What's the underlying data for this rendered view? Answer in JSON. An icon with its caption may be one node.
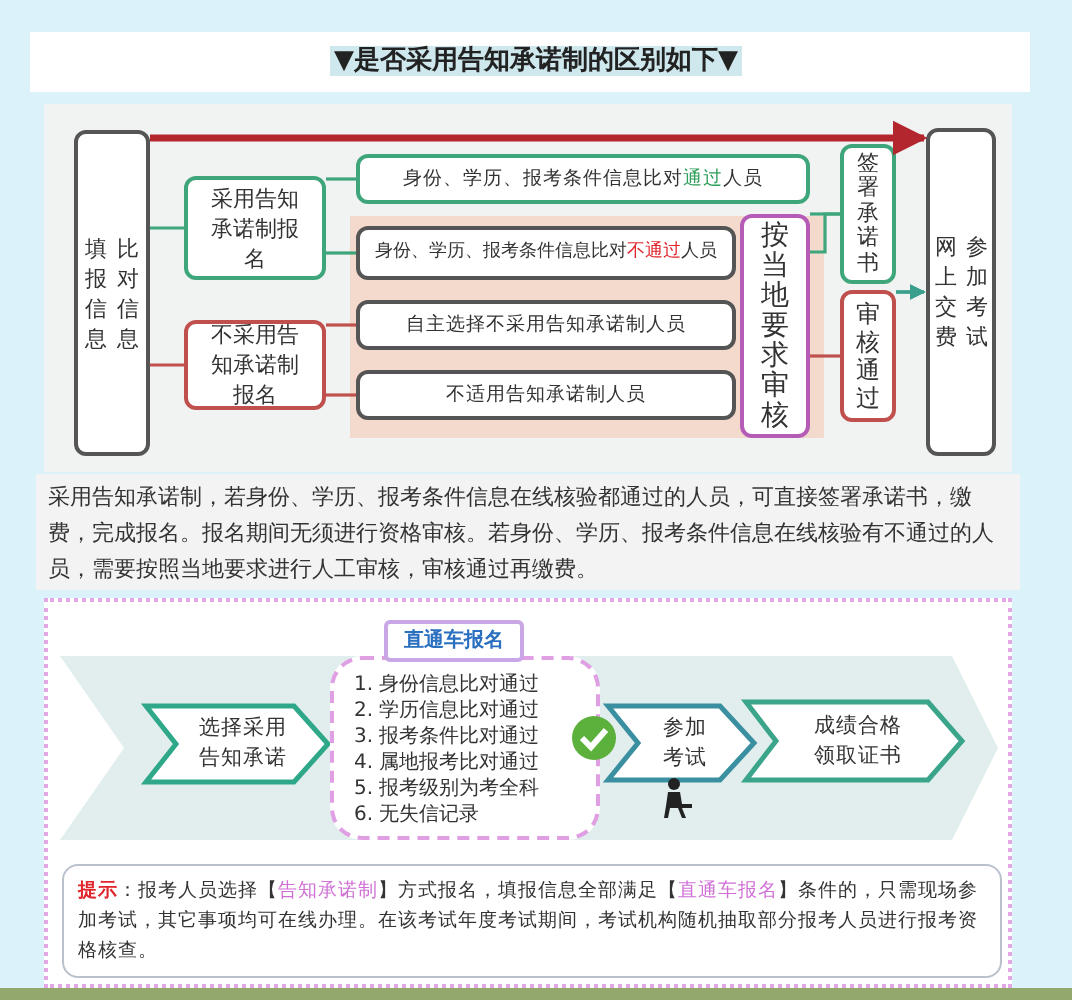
{
  "diagram": {
    "title": "▼是否采用告知承诺制的区别如下▼",
    "nodes": [
      {
        "text": [
          "填报信息",
          "比对信息"
        ]
      },
      {
        "text": [
          "采用告知承诺制报名"
        ]
      },
      {
        "text": [
          "不采用告知承诺制报名"
        ]
      },
      {
        "text": [
          "身份、学历、报考条件信息比对**通过**人员"
        ]
      },
      {
        "text": [
          "身份、学历、报考条件信息比对**不通过**人员"
        ]
      },
      {
        "text": [
          "自主选择不采用告知承诺制人员"
        ]
      },
      {
        "text": [
          "不适用告知承诺制人员"
        ]
      },
      {
        "text": [
          "按当地要求审核"
        ]
      },
      {
        "text": [
          "签署承诺书"
        ]
      },
      {
        "text": [
          "审核通过"
        ]
      },
      {
        "text": [
          "网上交费",
          "参加考试"
        ]
      },
      {
        "text": [
          "选择采用告知承诺"
        ]
      },
      {
        "text": [
          "直通车报名",
          "1. 身份信息比对通过",
          "2. 学历信息比对通过",
          "3. 报考条件比对通过",
          "4. 属地报考比对通过",
          "5. 报考级别为考全科",
          "6. 无失信记录"
        ]
      },
      {
        "text": [
          "参加考试"
        ]
      },
      {
        "text": [
          "成绩合格领取证书"
        ]
      },
      {
        "text": [
          "**提示**：报考人员选择【*告知承诺制*】方式报名，填报信息全部满足【*直通车报名*】条件的，只需现场参加考试，其它事项均可在线办理。在该考试年度考试期间，考试机构随机抽取部分报考人员进行报考资格核查。"
        ]
      }
    ],
    "edges": [
      {
        "from": 0,
        "to": 1,
        "arrow": "none",
        "color": "#3fa67c"
      },
      {
        "from": 0,
        "to": 2,
        "arrow": "none",
        "color": "#c0504d"
      },
      {
        "from": 1,
        "to": 3,
        "arrow": "none",
        "color": "#3fa67c"
      },
      {
        "from": 1,
        "to": 4,
        "arrow": "none",
        "color": "#3fa67c"
      },
      {
        "from": 2,
        "to": 5,
        "arrow": "none",
        "color": "#c0504d"
      },
      {
        "from": 2,
        "to": 6,
        "arrow": "none",
        "color": "#c0504d"
      },
      {
        "from": 0,
        "to": 10,
        "arrow": "to",
        "style": "thick",
        "color": "#b3262d"
      },
      {
        "from": 3,
        "to": 8,
        "arrow": "none",
        "color": "#3fa67c"
      },
      {
        "from": 7,
        "to": 8,
        "arrow": "none",
        "color": "#3fa67c"
      },
      {
        "from": 7,
        "to": 9,
        "arrow": "none",
        "color": "#c0504d"
      },
      {
        "from": 8,
        "to": 10,
        "arrow": "to",
        "color": "#3a9e8c"
      },
      {
        "from": 9,
        "to": 10,
        "arrow": "to",
        "color": "#3a9e8c"
      }
    ],
    "labels": [
      "采用告知承诺制，若身份、学历、报考条件信息在线核验都通过的人员，可直接签署承诺书，缴费，完成报名。报名期间无须进行资格审核。若身份、学历、报考条件信息在线核验有不通过的人员，需要按照当地要求进行人工审核，审核通过再缴费。"
    ]
  }
}
